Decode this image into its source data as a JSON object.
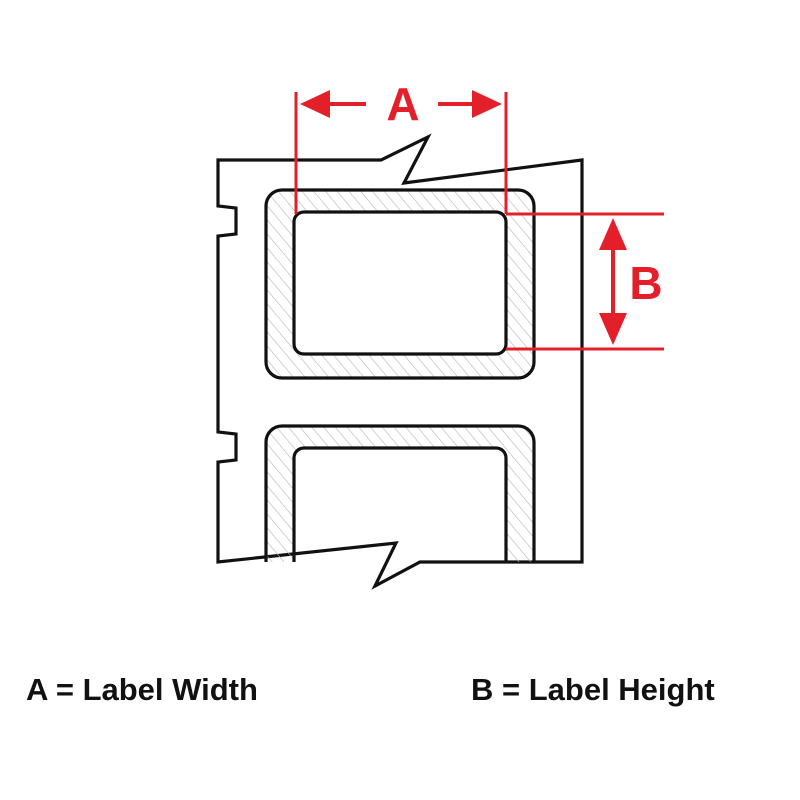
{
  "dimensions": {
    "a": {
      "letter": "A"
    },
    "b": {
      "letter": "B"
    }
  },
  "legend": {
    "a": "A = Label Width",
    "b": "B = Label Height"
  },
  "colors": {
    "outline": "#111111",
    "dimension": "#e3202a",
    "hatch": "#b4b4b4"
  }
}
